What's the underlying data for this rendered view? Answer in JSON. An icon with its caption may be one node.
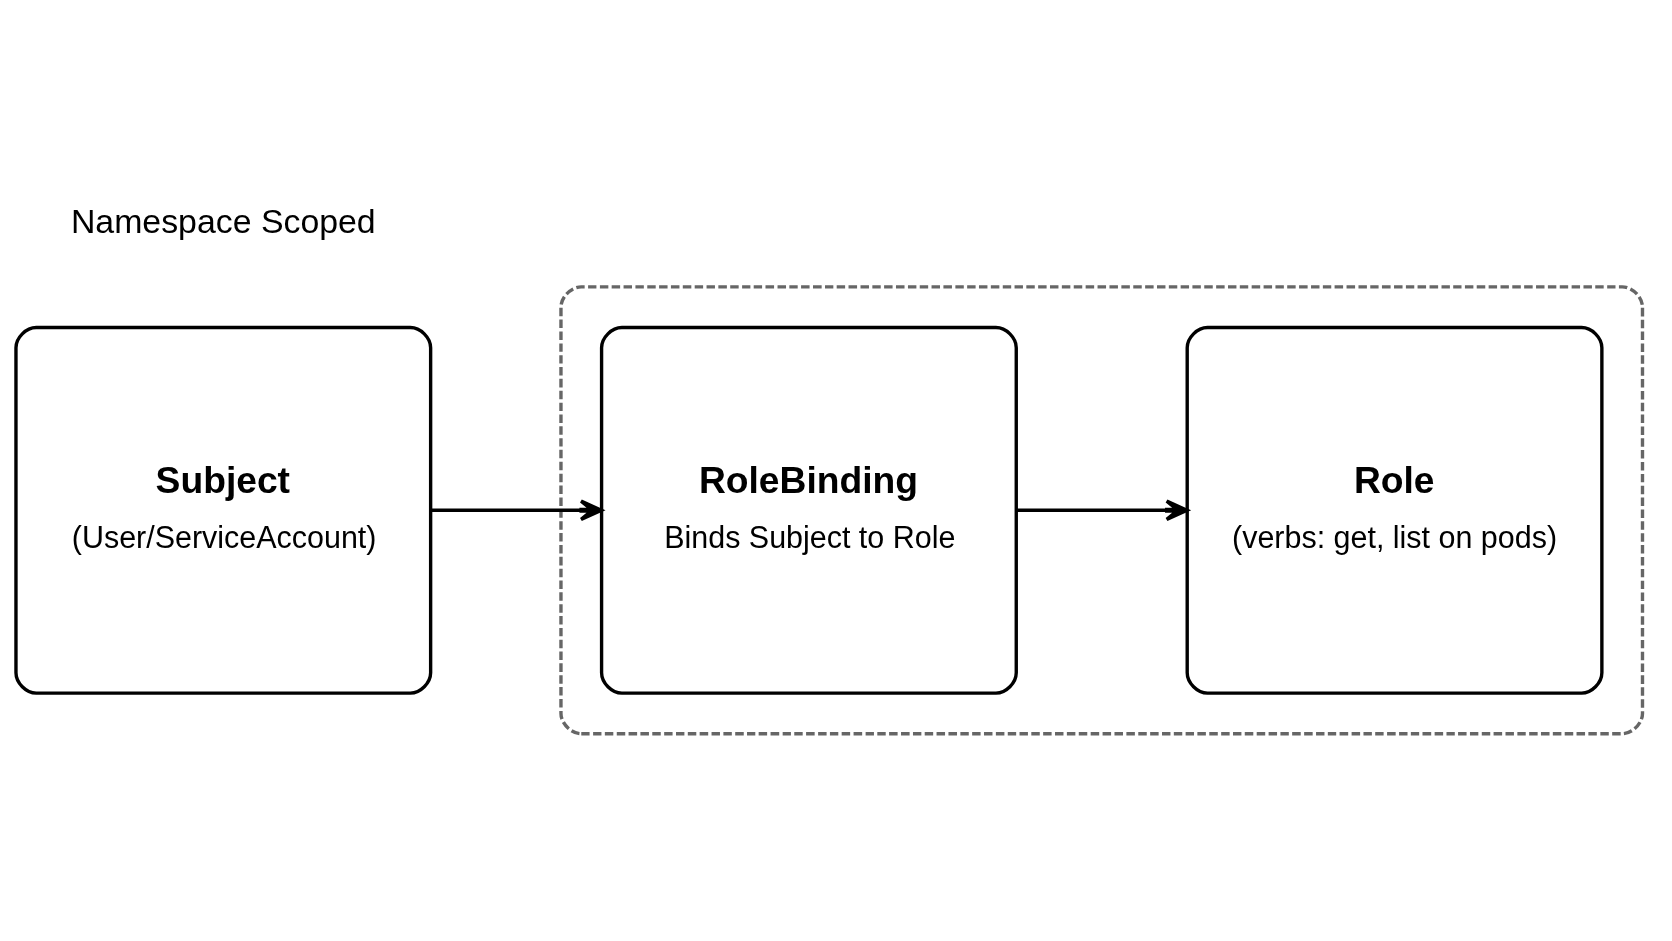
{
  "diagram": {
    "nodes": [
      {
        "text": [
          "Subject",
          "(User/ServiceAccount)"
        ]
      },
      {
        "text": [],
        "shape": "box"
      },
      {
        "text": [
          "RoleBinding",
          "Binds Subject to Role"
        ],
        "in": 1
      },
      {
        "text": [
          "Role",
          "(verbs: get, list on pods)"
        ],
        "in": 1
      }
    ],
    "edges": [
      {
        "from": 0,
        "to": 2,
        "arrow": "to"
      },
      {
        "from": 2,
        "to": 3,
        "arrow": "to"
      }
    ],
    "labels": [
      "Namespace Scoped"
    ]
  }
}
